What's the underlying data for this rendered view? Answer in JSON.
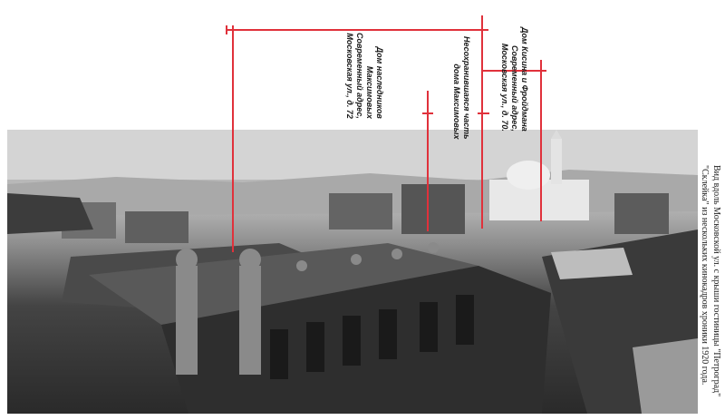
{
  "annotations": {
    "heirs_house": {
      "lines": [
        "Дом наследников",
        "Максимовых",
        "Современный адрес,",
        "Московская ул., д. 72"
      ]
    },
    "lost_part": {
      "lines": [
        "Несохранившаяся часть",
        "дома Максимовых"
      ]
    },
    "kisin_house": {
      "lines": [
        "Дом Кисина и Фройдмана",
        "Современный адрес,",
        "Московская ул., д. 70."
      ]
    }
  },
  "caption": {
    "lines": [
      "Вид вдоль Московской ул. с крыши гостиницы \"Петроград\"",
      "\"Склейка\" из нескольких кинокадров хроники 1920 года."
    ]
  },
  "colors": {
    "marker": "#e0313b",
    "photo_dark": "#2a2a2a",
    "sky": "#d6d6d6"
  }
}
